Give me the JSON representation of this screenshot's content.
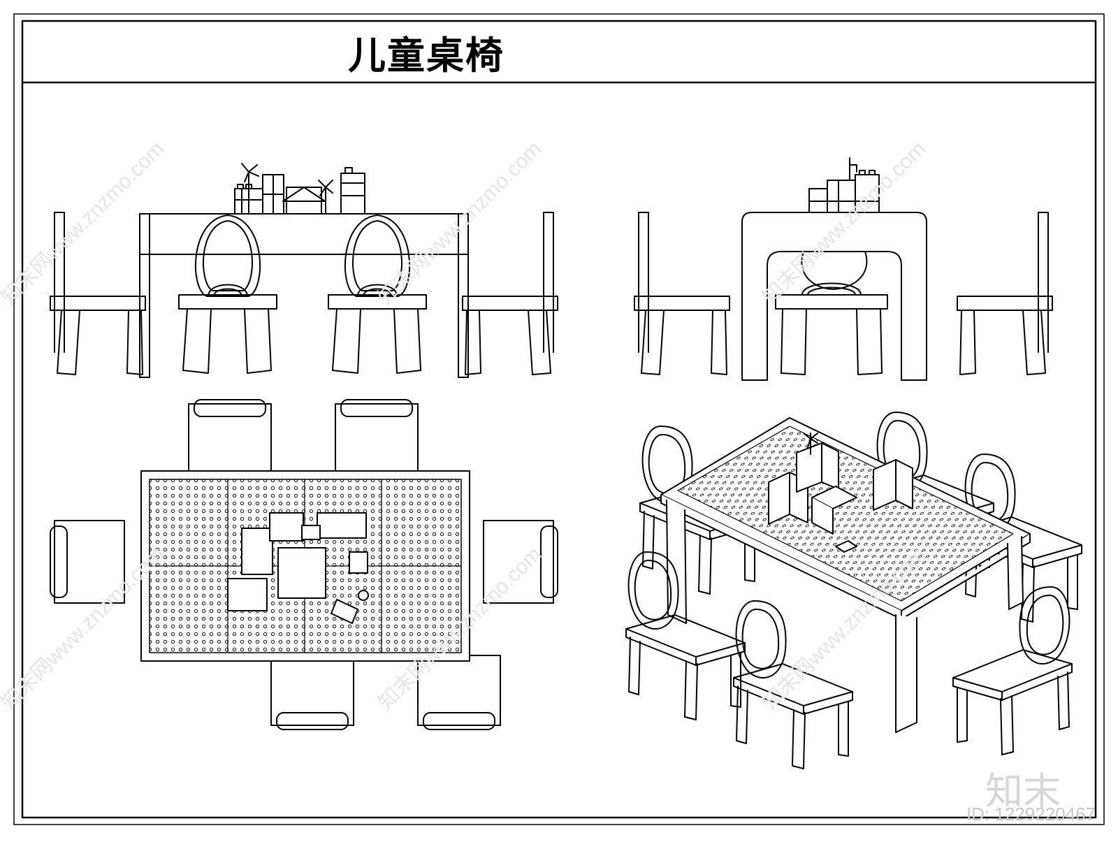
{
  "title": "儿童桌椅",
  "brand": "知末",
  "image_id": "ID: 1229220467",
  "watermark": "知末网www.znzmo.com",
  "views": [
    {
      "name": "front-elevation"
    },
    {
      "name": "side-elevation"
    },
    {
      "name": "plan-view"
    },
    {
      "name": "isometric-view"
    }
  ]
}
